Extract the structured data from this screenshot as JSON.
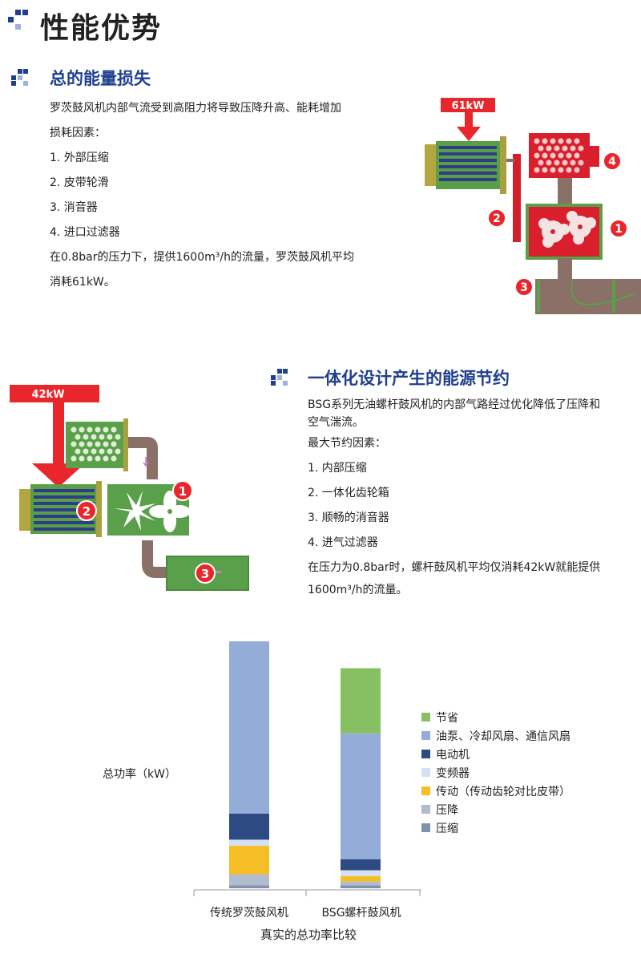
{
  "page": {
    "title": "性能优势"
  },
  "section1": {
    "title": "总的能量损失",
    "intro": "罗茨鼓风机内部气流受到高阻力将导致压降升高、能耗增加",
    "factors_label": "损耗因素：",
    "factors": [
      "1. 外部压缩",
      "2. 皮带轮滑",
      "3. 消音器",
      "4. 进口过滤器"
    ],
    "summary_line1": "在0.8bar的压力下，提供1600m³/h的流量，罗茨鼓风机平均",
    "summary_line2": "消耗61kW。",
    "diagram": {
      "power_label": "61kW",
      "markers": [
        "1",
        "2",
        "3",
        "4"
      ]
    }
  },
  "section2": {
    "title": "一体化设计产生的能源节约",
    "intro_line1": "BSG系列无油螺杆鼓风机的内部气路经过优化降低了压降和",
    "intro_line2": "空气湍流。",
    "factors_label": "最大节约因素：",
    "factors": [
      "1. 内部压缩",
      "2. 一体化齿轮箱",
      "3. 顺畅的消音器",
      "4. 进气过滤器"
    ],
    "summary_line1": "在压力为0.8bar时，螺杆鼓风机平均仅消耗42kW就能提供",
    "summary_line2": "1600m³/h的流量。",
    "diagram": {
      "power_label": "42kW",
      "markers": [
        "1",
        "2",
        "3"
      ]
    }
  },
  "chart_data": {
    "type": "bar",
    "stacked": true,
    "title": "真实的总功率比较",
    "ylabel": "总功率（kW）",
    "categories": [
      "传统罗茨鼓风机",
      "BSG螺杆鼓风机"
    ],
    "series": [
      {
        "name": "压缩",
        "color": "#8091ad",
        "values": [
          1.2,
          1.2
        ]
      },
      {
        "name": "压降",
        "color": "#b2bccf",
        "values": [
          4.6,
          1.6
        ]
      },
      {
        "name": "传动（传动齿轮对比皮带）",
        "color": "#f5bd26",
        "values": [
          11.9,
          2.2
        ]
      },
      {
        "name": "变频器",
        "color": "#d3e1f2",
        "values": [
          2.5,
          2.5
        ]
      },
      {
        "name": "电动机",
        "color": "#2e4a83",
        "values": [
          10.8,
          4.6
        ]
      },
      {
        "name": "油泵、冷却风扇、通信风扇",
        "color": "#93acd8",
        "values": [
          90.5,
          52.3
        ]
      },
      {
        "name": "节省",
        "color": "#86c063",
        "values": [
          0,
          27.1
        ]
      }
    ],
    "ylim": [
      0,
      100
    ],
    "legend_position": "right"
  }
}
